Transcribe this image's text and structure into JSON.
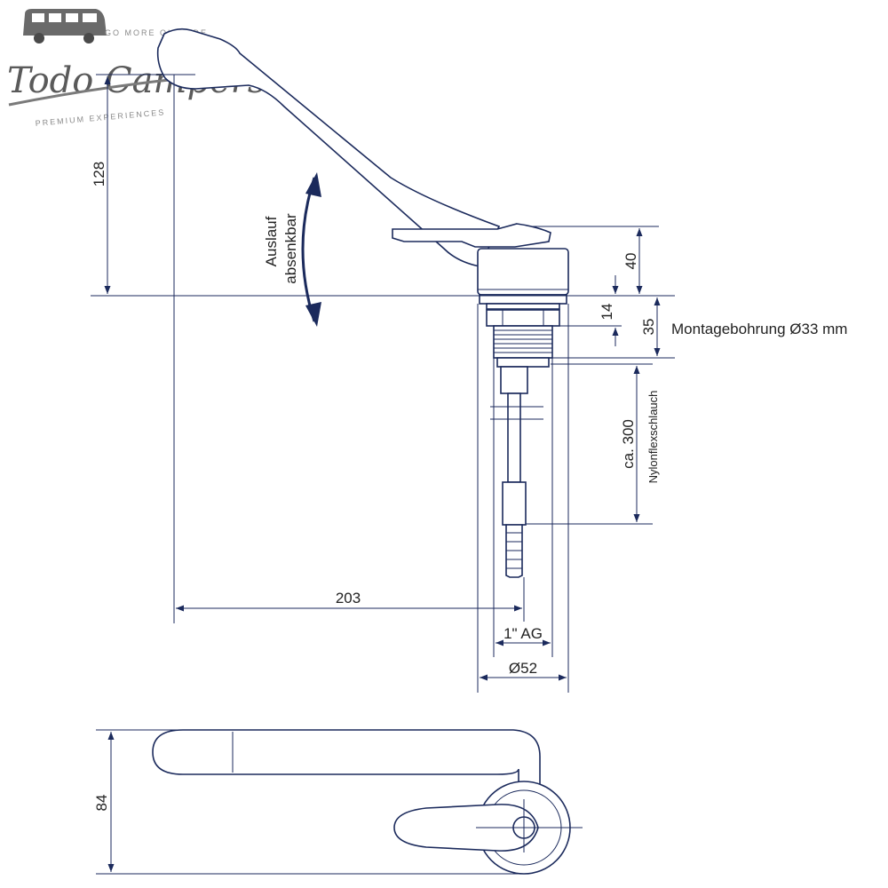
{
  "logo": {
    "top_text": "GO MORE OUTSIDE",
    "name": "Todo Campers",
    "tagline": "PREMIUM EXPERIENCES"
  },
  "labels": {
    "spout_note_line1": "Auslauf",
    "spout_note_line2": "absenkbar",
    "mounting_hole": "Montagebohrung Ø33 mm",
    "hose_type": "Nylonflexschlauch"
  },
  "dimensions": {
    "height_128": "128",
    "height_40": "40",
    "height_14": "14",
    "height_35": "35",
    "hose_length": "ca. 300",
    "reach_203": "203",
    "thread": "1\" AG",
    "diameter": "Ø52",
    "width_84": "84"
  },
  "colors": {
    "line": "#1b2a5c",
    "text": "#222222",
    "logo": "#5a5a5a"
  }
}
